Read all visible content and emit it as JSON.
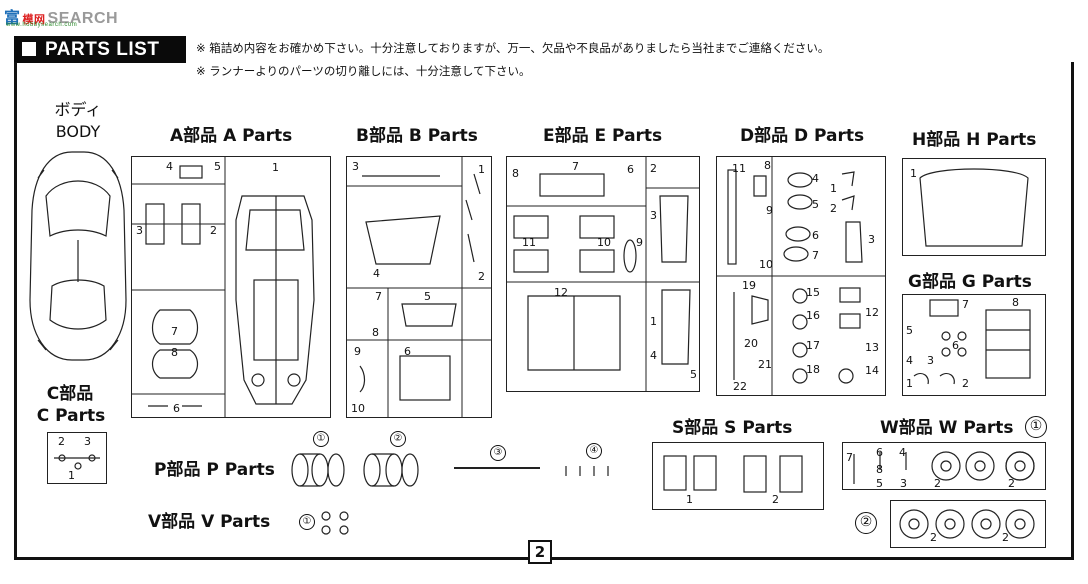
{
  "watermark": {
    "site_chars": "富",
    "site_mid": "模网",
    "site_rest": "SEARCH",
    "url": "www.hobbysearch.com"
  },
  "header": {
    "title": "PARTS LIST",
    "note1": "※ 箱詰め内容をお確かめ下さい。十分注意しておりますが、万一、欠品や不良品がありましたら当社までご連絡ください。",
    "note2": "※ ランナーよりのパーツの切り離しには、十分注意して下さい。"
  },
  "body": {
    "label_jp": "ボディ",
    "label_en": "BODY"
  },
  "sections": {
    "a": "A部品 A  Parts",
    "b": "B部品 B Parts",
    "e": "E部品 E Parts",
    "d": "D部品 D Parts",
    "h": "H部品 H Parts",
    "g": "G部品 G Parts",
    "c_jp": "C部品",
    "c_en": "C Parts",
    "s": "S部品 S Parts",
    "w": "W部品 W Parts",
    "p": "P部品 P Parts",
    "v": "V部品 V Parts"
  },
  "circled": {
    "c1": "①",
    "c2": "②",
    "c3": "③",
    "c4": "④"
  },
  "page_number": "2",
  "part_numbers": {
    "n1": "1",
    "n2": "2",
    "n3": "3",
    "n4": "4",
    "n5": "5",
    "n6": "6",
    "n7": "7",
    "n8": "8",
    "n9": "9",
    "n10": "10",
    "n11": "11",
    "n12": "12",
    "n13": "13",
    "n14": "14",
    "n15": "15",
    "n16": "16",
    "n17": "17",
    "n18": "18",
    "n19": "19",
    "n20": "20",
    "n21": "21",
    "n22": "22"
  }
}
